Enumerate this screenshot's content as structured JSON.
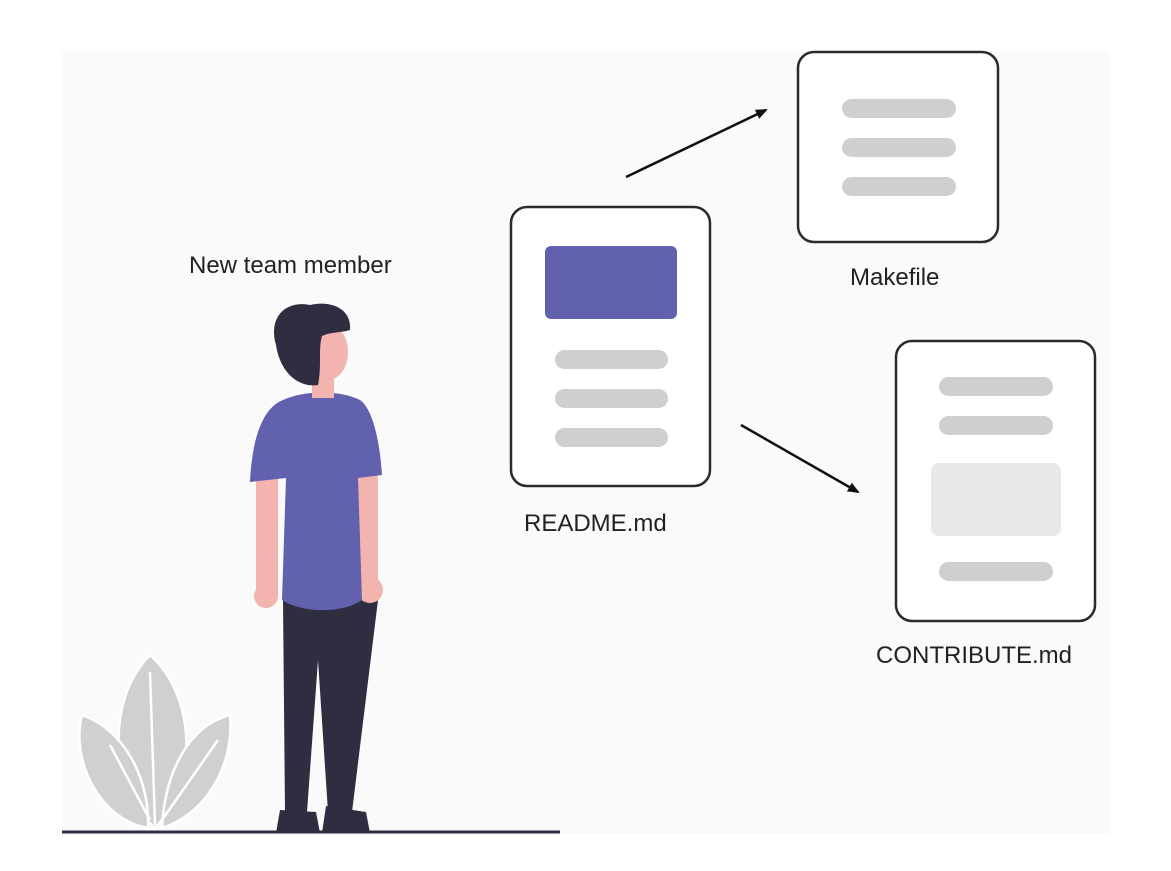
{
  "person": {
    "label": "New team member"
  },
  "documents": [
    {
      "name": "README.md"
    },
    {
      "name": "Makefile"
    },
    {
      "name": "CONTRIBUTE.md"
    }
  ],
  "colors": {
    "accent": "#6261ad",
    "placeholder_line": "#cfcfcf",
    "placeholder_block": "#e8e8e8",
    "hair": "#2f2e41",
    "skin": "#f3b3ae",
    "pants": "#2f2e41",
    "plant": "#d0d0d0",
    "outline": "#3a3a3a"
  }
}
